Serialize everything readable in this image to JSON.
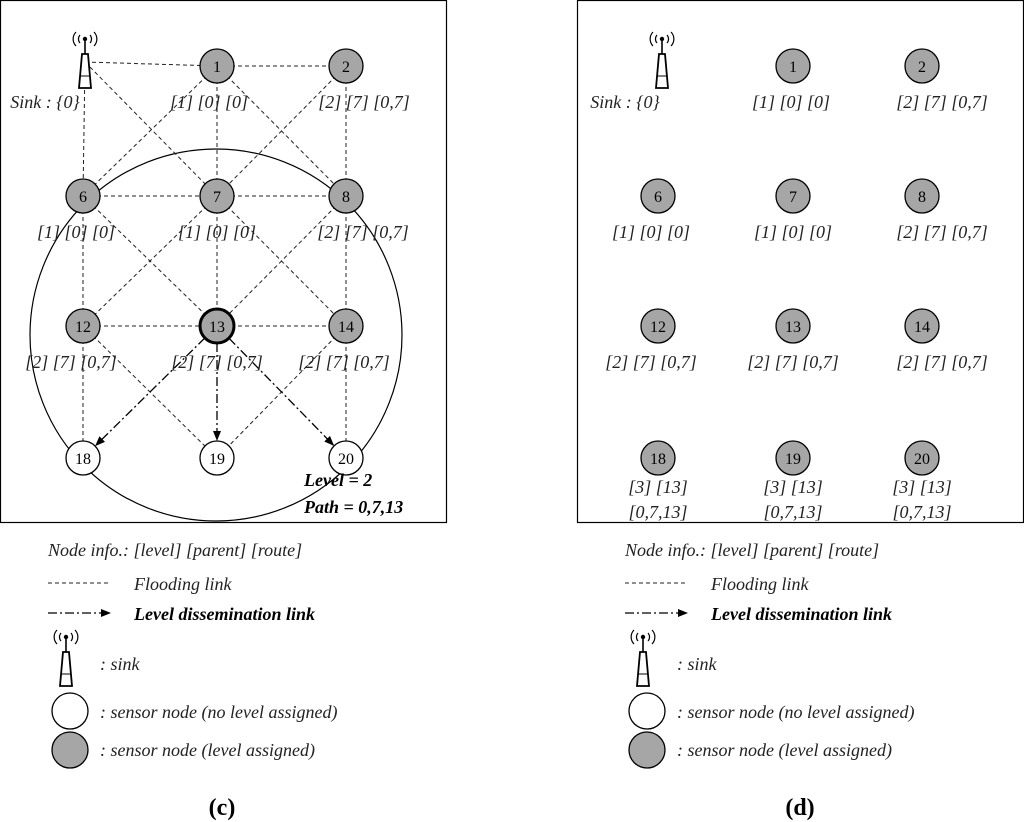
{
  "panels": [
    {
      "id": "c",
      "caption": "(c)",
      "sink": {
        "label": "Sink : {0}"
      },
      "nodes": [
        {
          "id": 1,
          "label": "1",
          "assigned": true,
          "bold": false,
          "info": [
            "[1] [0] [0]"
          ]
        },
        {
          "id": 2,
          "label": "2",
          "assigned": true,
          "bold": false,
          "info": [
            "[2] [7] [0,7]"
          ]
        },
        {
          "id": 6,
          "label": "6",
          "assigned": true,
          "bold": false,
          "info": [
            "[1] [0] [0]"
          ]
        },
        {
          "id": 7,
          "label": "7",
          "assigned": true,
          "bold": false,
          "info": [
            "[1] [0] [0]"
          ]
        },
        {
          "id": 8,
          "label": "8",
          "assigned": true,
          "bold": false,
          "info": [
            "[2] [7] [0,7]"
          ]
        },
        {
          "id": 12,
          "label": "12",
          "assigned": true,
          "bold": false,
          "info": [
            "[2] [7] [0,7]"
          ]
        },
        {
          "id": 13,
          "label": "13",
          "assigned": true,
          "bold": true,
          "info": [
            "[2] [7] [0,7]"
          ]
        },
        {
          "id": 14,
          "label": "14",
          "assigned": true,
          "bold": false,
          "info": [
            "[2] [7] [0,7]"
          ]
        },
        {
          "id": 18,
          "label": "18",
          "assigned": false,
          "bold": false,
          "info": []
        },
        {
          "id": 19,
          "label": "19",
          "assigned": false,
          "bold": false,
          "info": []
        },
        {
          "id": 20,
          "label": "20",
          "assigned": false,
          "bold": false,
          "info": []
        }
      ],
      "flooding_links": [
        [
          "sink",
          1
        ],
        [
          1,
          2
        ],
        [
          "sink",
          6
        ],
        [
          "sink",
          7
        ],
        [
          1,
          6
        ],
        [
          1,
          7
        ],
        [
          1,
          8
        ],
        [
          2,
          7
        ],
        [
          2,
          8
        ],
        [
          6,
          7
        ],
        [
          7,
          8
        ],
        [
          6,
          12
        ],
        [
          6,
          13
        ],
        [
          7,
          12
        ],
        [
          7,
          13
        ],
        [
          7,
          14
        ],
        [
          8,
          13
        ],
        [
          8,
          14
        ],
        [
          12,
          13
        ],
        [
          13,
          14
        ],
        [
          12,
          18
        ],
        [
          12,
          19
        ],
        [
          14,
          19
        ],
        [
          14,
          20
        ]
      ],
      "dissemination_links": [
        [
          13,
          18
        ],
        [
          13,
          19
        ],
        [
          13,
          20
        ]
      ],
      "annotation": {
        "level": "Level = 2",
        "path": "Path = 0,7,13"
      }
    },
    {
      "id": "d",
      "caption": "(d)",
      "sink": {
        "label": "Sink : {0}"
      },
      "nodes": [
        {
          "id": 1,
          "label": "1",
          "assigned": true,
          "bold": false,
          "info": [
            "[1] [0] [0]"
          ]
        },
        {
          "id": 2,
          "label": "2",
          "assigned": true,
          "bold": false,
          "info": [
            "[2] [7] [0,7]"
          ]
        },
        {
          "id": 6,
          "label": "6",
          "assigned": true,
          "bold": false,
          "info": [
            "[1] [0] [0]"
          ]
        },
        {
          "id": 7,
          "label": "7",
          "assigned": true,
          "bold": false,
          "info": [
            "[1] [0] [0]"
          ]
        },
        {
          "id": 8,
          "label": "8",
          "assigned": true,
          "bold": false,
          "info": [
            "[2] [7] [0,7]"
          ]
        },
        {
          "id": 12,
          "label": "12",
          "assigned": true,
          "bold": false,
          "info": [
            "[2] [7] [0,7]"
          ]
        },
        {
          "id": 13,
          "label": "13",
          "assigned": true,
          "bold": false,
          "info": [
            "[2] [7] [0,7]"
          ]
        },
        {
          "id": 14,
          "label": "14",
          "assigned": true,
          "bold": false,
          "info": [
            "[2] [7] [0,7]"
          ]
        },
        {
          "id": 18,
          "label": "18",
          "assigned": true,
          "bold": false,
          "info": [
            "[3] [13]",
            "[0,7,13]"
          ]
        },
        {
          "id": 19,
          "label": "19",
          "assigned": true,
          "bold": false,
          "info": [
            "[3] [13]",
            "[0,7,13]"
          ]
        },
        {
          "id": 20,
          "label": "20",
          "assigned": true,
          "bold": false,
          "info": [
            "[3] [13]",
            "[0,7,13]"
          ]
        }
      ],
      "flooding_links": [],
      "dissemination_links": []
    }
  ],
  "legend": {
    "node_info": "Node info.: [level] [parent] [route]",
    "flooding_link": "Flooding link",
    "dissemination_link": "Level dissemination link",
    "sink": ": sink",
    "no_level": ": sensor node (no level assigned)",
    "level_assigned": ": sensor node (level assigned)"
  },
  "colors": {
    "assigned_fill": "#a6a6a6",
    "unassigned_fill": "#ffffff",
    "stroke": "#000000"
  }
}
